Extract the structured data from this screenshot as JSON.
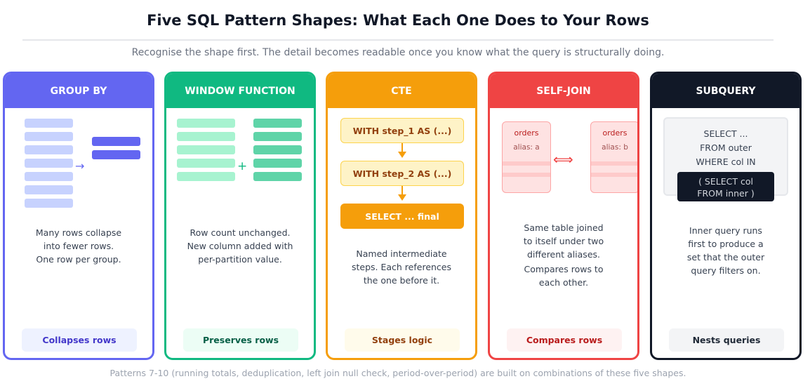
{
  "title": "Five SQL Pattern Shapes: What Each One Does to Your Rows",
  "subtitle": "Recognise the shape first. The detail becomes readable once you know what the query is structurally doing.",
  "footer": "Patterns 7-10 (running totals, deduplication, left join null check, period-over-period) are built on combinations of these five shapes.",
  "colors": {
    "group_by": "#6366f1",
    "window": "#10b981",
    "cte": "#f59e0b",
    "self_join": "#ef4444",
    "subquery": "#111827"
  },
  "cards": {
    "group_by": {
      "header": "GROUP BY",
      "arrow_glyph": "→",
      "desc": [
        "Many rows collapse",
        "into fewer rows.",
        "One row per group."
      ],
      "badge": "Collapses rows"
    },
    "window": {
      "header": "WINDOW FUNCTION",
      "plus_glyph": "+",
      "desc": [
        "Row count unchanged.",
        "New column added with",
        "per-partition value."
      ],
      "badge": "Preserves rows"
    },
    "cte": {
      "header": "CTE",
      "steps": [
        "WITH step_1 AS (...)",
        "WITH step_2 AS (...)",
        "SELECT ... final"
      ],
      "desc": [
        "Named intermediate",
        "steps. Each references",
        "the one before it."
      ],
      "badge": "Stages logic"
    },
    "self_join": {
      "header": "SELF-JOIN",
      "table_a": {
        "name": "orders",
        "alias": "alias: a"
      },
      "table_b": {
        "name": "orders",
        "alias": "alias: b"
      },
      "join_glyph": "⟺",
      "desc": [
        "Same table joined",
        "to itself under two",
        "different aliases."
      ],
      "desc2": [
        "Compares rows to",
        "each other."
      ],
      "badge": "Compares rows"
    },
    "subquery": {
      "header": "SUBQUERY",
      "outer": [
        "SELECT ...",
        "FROM outer",
        "WHERE col IN"
      ],
      "inner": [
        "( SELECT col",
        "FROM inner )"
      ],
      "desc": [
        "Inner query runs",
        "first to produce a",
        "set that the outer",
        "query filters on."
      ],
      "badge": "Nests queries"
    }
  }
}
